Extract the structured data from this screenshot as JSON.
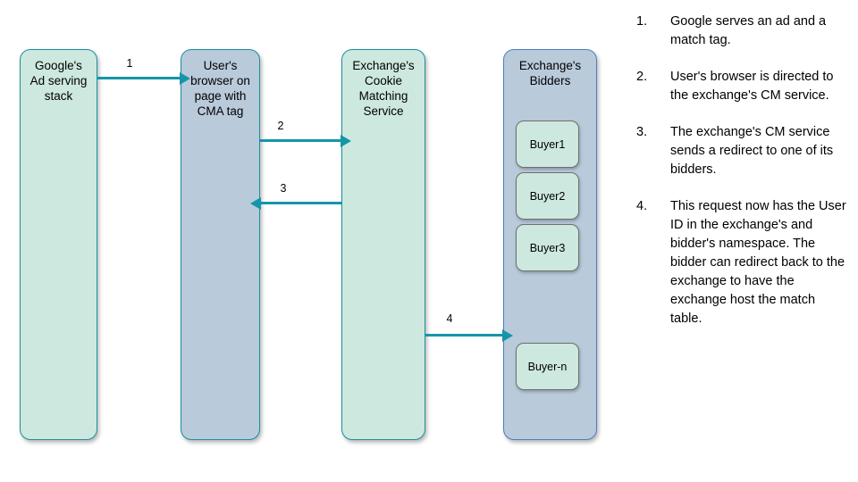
{
  "diagram": {
    "boxes": [
      {
        "id": "ad-serving-stack",
        "label": "Google's\nAd serving\nstack",
        "fill": "#cde8de",
        "border": "#1a8f9e"
      },
      {
        "id": "user-browser",
        "label": "User's\nbrowser on\npage with\nCMA tag",
        "fill": "#b9cadb",
        "border": "#1a8f9e"
      },
      {
        "id": "cm-service",
        "label": "Exchange's\nCookie\nMatching\nService",
        "fill": "#cde8de",
        "border": "#1a8f9e"
      },
      {
        "id": "exchange-bidders",
        "label": "Exchange's\nBidders",
        "fill": "#b9cadb",
        "border": "#4a7fc1"
      }
    ],
    "buyers": [
      {
        "label": "Buyer1"
      },
      {
        "label": "Buyer2"
      },
      {
        "label": "Buyer3"
      },
      {
        "label": "Buyer-n"
      }
    ],
    "arrows": [
      {
        "label": "1",
        "direction": "right",
        "from": "ad-serving-stack",
        "to": "user-browser",
        "color": "#1596a8"
      },
      {
        "label": "2",
        "direction": "right",
        "from": "user-browser",
        "to": "cm-service",
        "color": "#1596a8"
      },
      {
        "label": "3",
        "direction": "left",
        "from": "cm-service",
        "to": "user-browser",
        "color": "#1596a8"
      },
      {
        "label": "4",
        "direction": "right",
        "from": "cm-service",
        "to": "exchange-bidders",
        "color": "#1596a8"
      }
    ]
  },
  "steps": [
    {
      "number": "1.",
      "text": "Google serves an ad and a match tag."
    },
    {
      "number": "2.",
      "text": "User's browser is directed to the exchange's CM service."
    },
    {
      "number": "3.",
      "text": "The exchange's CM service sends a redirect to one of its bidders."
    },
    {
      "number": "4.",
      "text": "This request now has the User ID in the exchange's and bidder's namespace. The bidder can redirect back to the exchange to have the exchange host the match table."
    }
  ]
}
